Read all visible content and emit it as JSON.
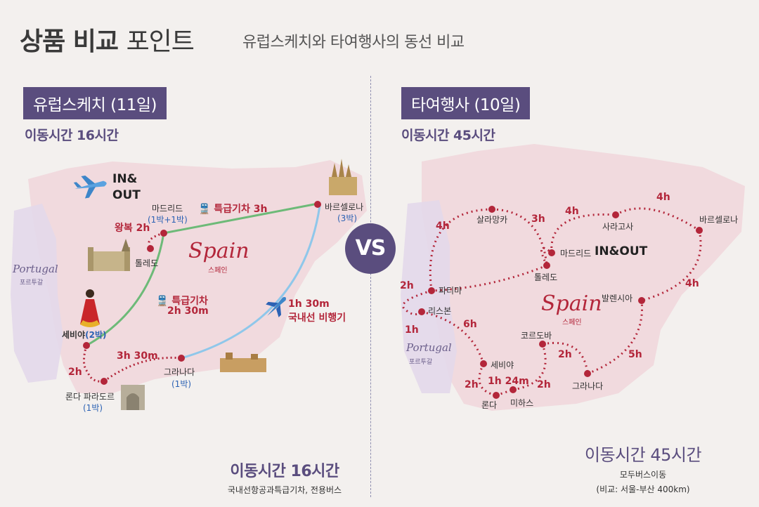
{
  "header": {
    "title_bold": "상품 비교",
    "title_light": "포인트",
    "subtitle": "유럽스케치와 타여행사의 동선 비교"
  },
  "vs_label": "VS",
  "left": {
    "tag": "유럽스케치 (11일)",
    "travel_time": "이동시간 16시간",
    "spain_script": "Spain",
    "spain_label": "스페인",
    "portugal_script": "Portugal",
    "portugal_label": "포르투갈",
    "in_out": [
      "IN&",
      "OUT"
    ],
    "cities": {
      "madrid": "마드리드",
      "madrid_stay": "(1박+1박)",
      "toledo": "톨레도",
      "barcelona": "바르셀로나",
      "barcelona_stay": "(3박)",
      "sevilla": "세비야",
      "sevilla_stay": "(2박)",
      "granada": "그라나다",
      "granada_stay": "(1박)",
      "ronda": "론다 파라도르",
      "ronda_stay": "(1박)"
    },
    "segments": {
      "round_trip": "왕복 2h",
      "train_bcn": "특급기차 3h",
      "train_sev_1": "특급기차",
      "train_sev_2": "2h 30m",
      "flight_1": "1h 30m",
      "flight_2": "국내선 비행기",
      "sev_ronda": "2h",
      "ronda_granada": "3h 30m"
    },
    "summary_title": "이동시간 16시간",
    "summary_note": "국내선항공과특급기차, 전용버스"
  },
  "right": {
    "tag": "타여행사 (10일)",
    "travel_time": "이동시간 45시간",
    "spain_script": "Spain",
    "spain_label": "스페인",
    "portugal_script": "Portugal",
    "portugal_label": "포르투갈",
    "in_out": "IN&OUT",
    "cities": {
      "salamanca": "살라망카",
      "zaragoza": "사라고사",
      "barcelona": "바르셀로나",
      "madrid": "마드리드",
      "toledo": "톨레도",
      "fatima": "파티마",
      "lisbon": "리스본",
      "valencia": "발렌시아",
      "cordoba": "코르도바",
      "sevilla": "세비야",
      "granada": "그라나다",
      "ronda": "론다",
      "mijas": "미하스"
    },
    "segments": {
      "fatima_salamanca": "4h",
      "salamanca_toledo": "3h",
      "madrid_zaragoza": "4h",
      "zaragoza_barcelona": "4h",
      "barcelona_valencia": "4h",
      "toledo_fatima": "2h",
      "fatima_lisbon": "1h",
      "lisbon_sevilla": "6h",
      "valencia_granada": "5h",
      "granada_cordoba": "2h",
      "sevilla_ronda": "2h",
      "ronda_mijas": "1h 24m",
      "mijas_cordoba": "2h"
    },
    "summary_title": "이동시간 45시간",
    "summary_note1": "모두버스이동",
    "summary_note2": "(비교: 서울-부산 400km)"
  }
}
